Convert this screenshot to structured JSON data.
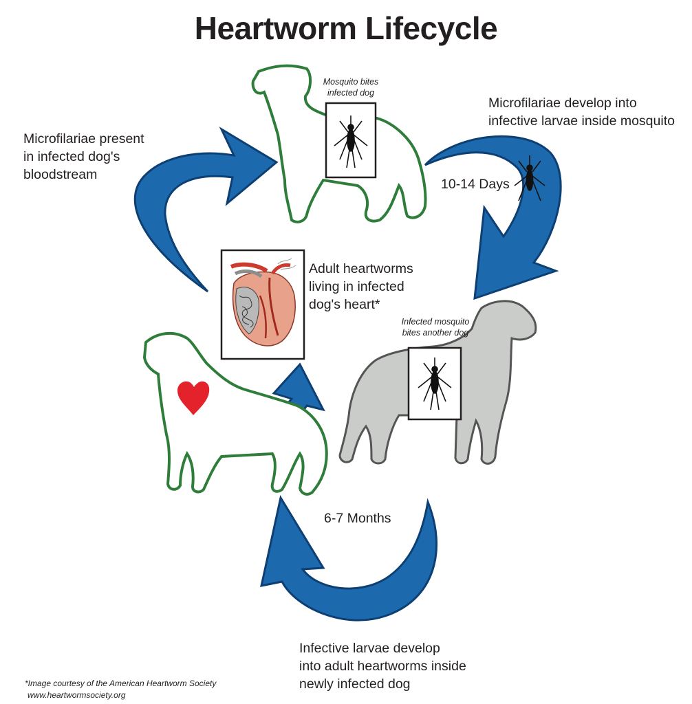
{
  "title": "Heartworm Lifecycle",
  "stages": {
    "microfilariae_bloodstream": [
      "Microfilariae present",
      "in infected dog's",
      "bloodstream"
    ],
    "mosquito_bites": [
      "Mosquito bites",
      "infected dog"
    ],
    "microfilariae_develop": [
      "Microfilariae develop into",
      "infective larvae inside mosquito"
    ],
    "days": "10-14 Days",
    "adult_heartworms": [
      "Adult heartworms",
      "living in infected",
      "dog's heart*"
    ],
    "infected_mosquito": [
      "Infected mosquito",
      "bites another dog"
    ],
    "months": "6-7 Months",
    "larvae_develop": [
      "Infective larvae develop",
      "into adult heartworms inside",
      "newly infected dog"
    ]
  },
  "credit": [
    "*Image courtesy of the American Heartworm Society",
    "www.heartwormsociety.org"
  ],
  "colors": {
    "arrow": "#1c6aad",
    "arrow_dark": "#0d3f73",
    "outline_dog": "#2e7d3b",
    "grey_dog": "#c9ccc9",
    "heart": "#e4222b",
    "ink": "#231f20"
  },
  "icons": [
    "arrow-icon",
    "dog-outline-icon",
    "mosquito-icon",
    "heart-icon",
    "anatomical-heart-icon"
  ]
}
